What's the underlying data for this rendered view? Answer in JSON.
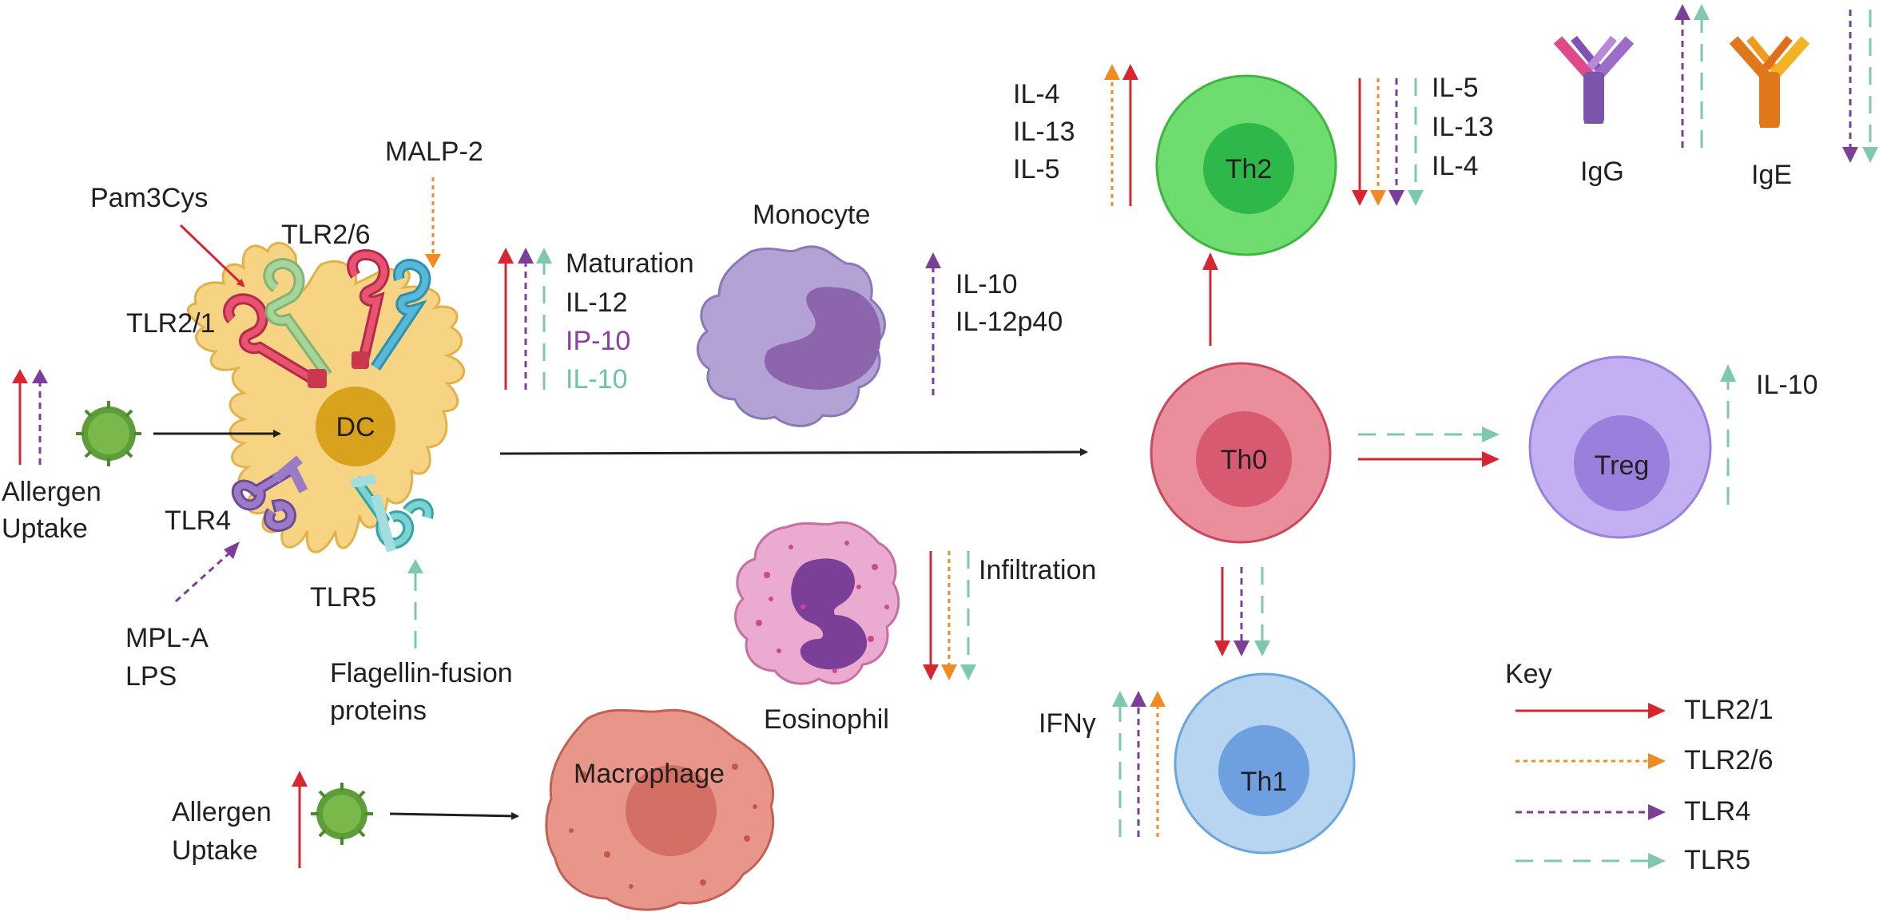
{
  "labels": {
    "pam3cys": "Pam3Cys",
    "malp2": "MALP-2",
    "tlr26": "TLR2/6",
    "tlr21": "TLR2/1",
    "tlr4": "TLR4",
    "tlr5": "TLR5",
    "dc": "DC",
    "allergen_uptake_1": "Allergen",
    "allergen_uptake_2": "Uptake",
    "mpla": "MPL-A",
    "lps": "LPS",
    "flagellin_1": "Flagellin-fusion",
    "flagellin_2": "proteins",
    "maturation": "Maturation",
    "il12": "IL-12",
    "ip10": "IP-10",
    "il10_dc": "IL-10",
    "monocyte": "Monocyte",
    "mono_il10": "IL-10",
    "mono_il12p40": "IL-12p40",
    "eosinophil": "Eosinophil",
    "infiltration": "Infiltration",
    "macrophage": "Macrophage",
    "mac_allergen_1": "Allergen",
    "mac_allergen_2": "Uptake",
    "th2": "Th2",
    "th2_left_1": "IL-4",
    "th2_left_2": "IL-13",
    "th2_left_3": "IL-5",
    "th2_right_1": "IL-5",
    "th2_right_2": "IL-13",
    "th2_right_3": "IL-4",
    "igg": "IgG",
    "ige": "IgE",
    "th0": "Th0",
    "treg": "Treg",
    "treg_il10": "IL-10",
    "th1": "Th1",
    "ifng": "IFNγ",
    "key_title": "Key",
    "key_1": "TLR2/1",
    "key_2": "TLR2/6",
    "key_3": "TLR4",
    "key_4": "TLR5"
  },
  "colors": {
    "tlr21": "#d7262f",
    "tlr26": "#f08a22",
    "tlr4": "#7b3f98",
    "tlr5": "#7dc8ae",
    "ip10_text": "#8e3da1",
    "il10_text": "#6cc4a8",
    "dc_body": "#f7d384",
    "dc_nucleus": "#d8a21d",
    "monocyte": "#b3a3d4",
    "eosinophil": "#ebaad0",
    "macrophage": "#e8968a",
    "th2": "#6edc6e",
    "th0": "#ea8e9c",
    "treg": "#c2b0f3",
    "th1": "#b7d5f0"
  }
}
